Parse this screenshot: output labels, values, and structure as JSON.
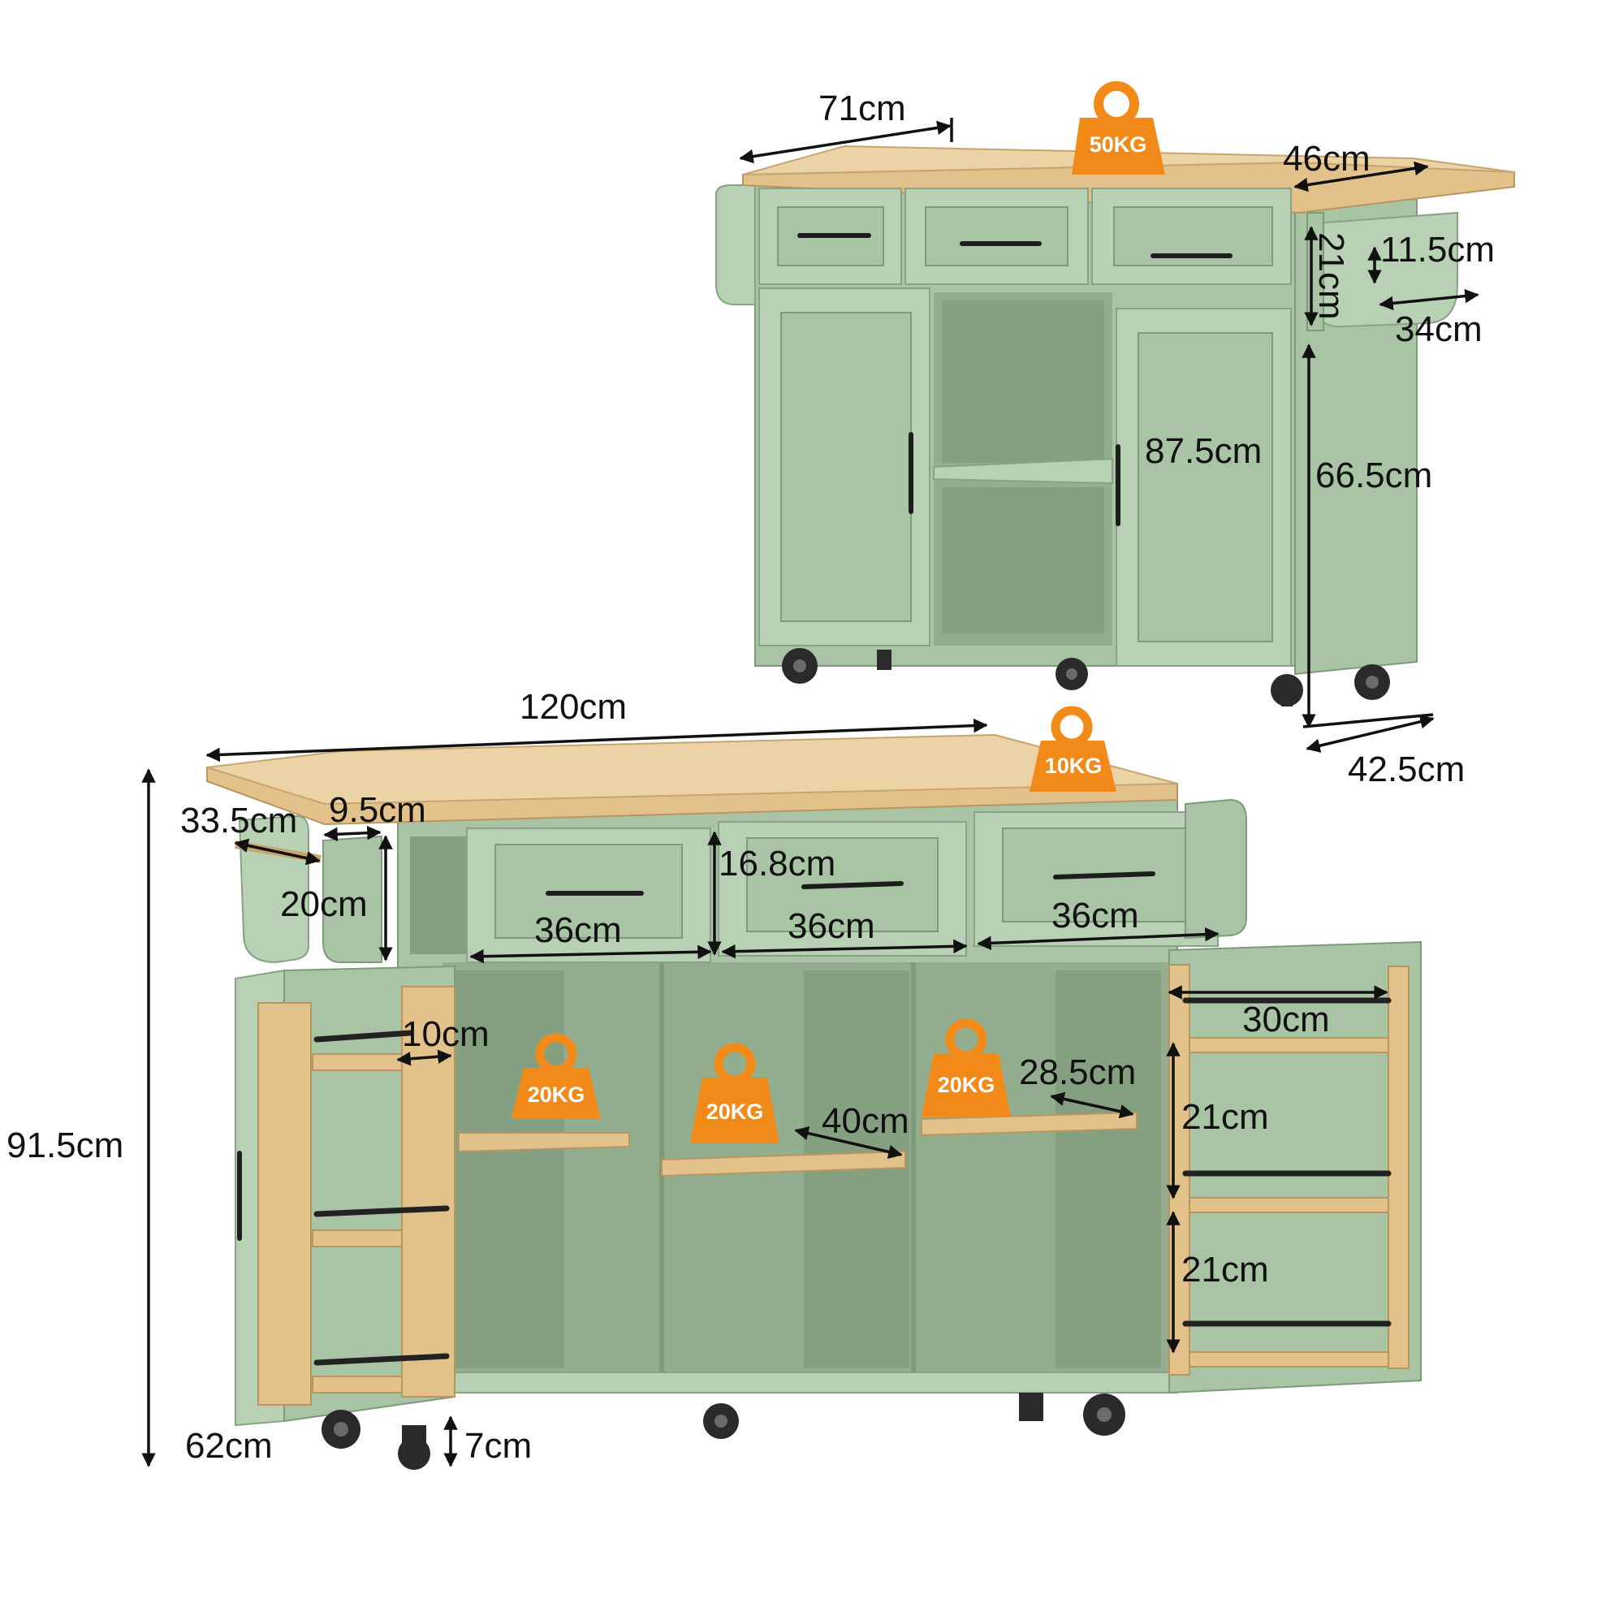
{
  "top_view": {
    "width_label": "71cm",
    "depth_label": "46cm",
    "drawer_height_label": "21cm",
    "spice_height_label": "11.5cm",
    "spice_width_label": "34cm",
    "cabinet_height_label": "87.5cm",
    "side_height_label": "66.5cm",
    "base_depth_label": "42.5cm",
    "top_weight": "50KG"
  },
  "bottom_view": {
    "width_label": "120cm",
    "total_height_label": "91.5cm",
    "towel_bar_label": "33.5cm",
    "spice_rack_width_label": "9.5cm",
    "spice_rack_height_label": "20cm",
    "drawer_height_label": "16.8cm",
    "drawer_width_labels": [
      "36cm",
      "36cm",
      "36cm"
    ],
    "door_rack_depth_label": "10cm",
    "right_rack_width_label": "30cm",
    "right_rack_shelf_labels": [
      "21cm",
      "21cm"
    ],
    "shelf_depth_label": "28.5cm",
    "shelf_width_label": "40cm",
    "inner_height_label": "62cm",
    "wheel_height_label": "7cm",
    "top_weight": "10KG",
    "shelf_weights": [
      "20KG",
      "20KG",
      "20KG"
    ]
  },
  "colors": {
    "weight_badge": "#f28a1a",
    "cabinet_green": "#a9c3a5",
    "wood_top": "#e3c18b"
  }
}
